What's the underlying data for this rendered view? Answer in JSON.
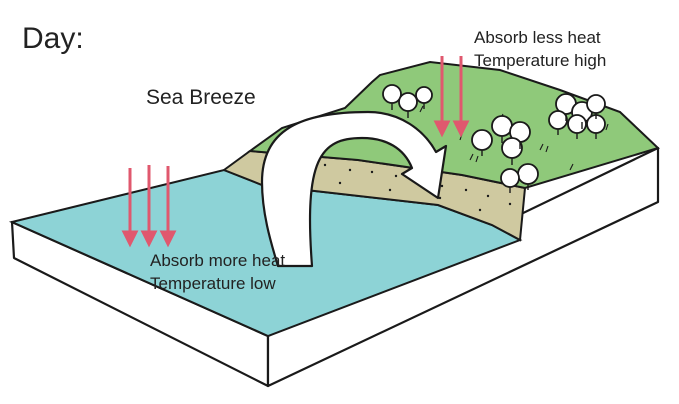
{
  "title": "Day:",
  "breeze_label": "Sea Breeze",
  "land": {
    "line1": "Absorb less heat",
    "line2": "Temperature high"
  },
  "sea": {
    "line1": "Absorb more heat",
    "line2": "Temperature low"
  },
  "colors": {
    "sea": "#8dd3d6",
    "land": "#8fc97a",
    "sand": "#cfc9a0",
    "arrow_heat": "#e0586e",
    "outline": "#1a1a1a"
  },
  "icons": {
    "heat_arrow": "down-arrow",
    "breeze_arrow": "curved-arrow",
    "tree": "tree-cluster"
  }
}
